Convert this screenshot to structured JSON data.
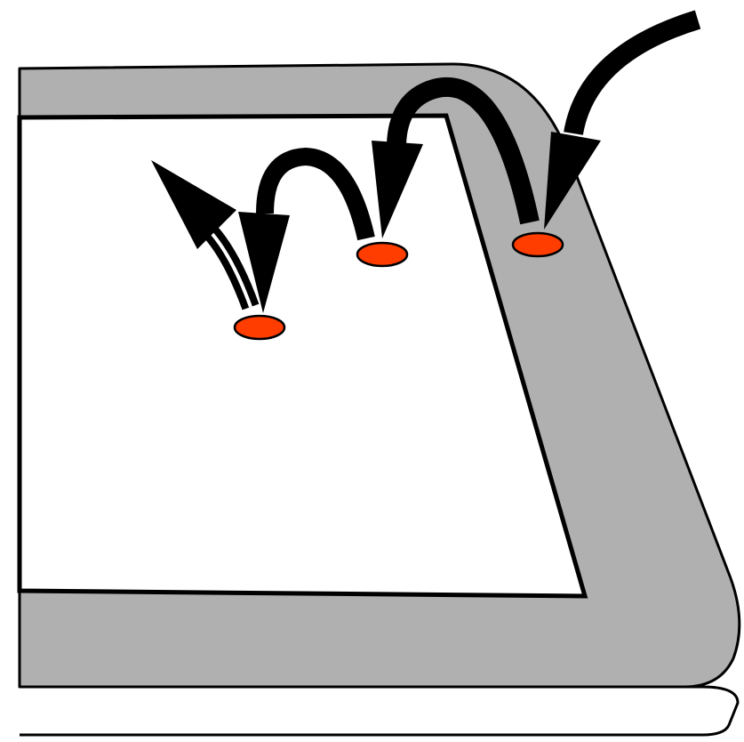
{
  "diagram": {
    "colors": {
      "background": "#ffffff",
      "border_fill": "#b0b0b0",
      "outline": "#000000",
      "dot_fill": "#ff3d00",
      "arrow": "#000000"
    },
    "dots": [
      {
        "name": "dot-1"
      },
      {
        "name": "dot-2"
      },
      {
        "name": "dot-3"
      }
    ],
    "arrows": [
      {
        "name": "arrow-incoming"
      },
      {
        "name": "arrow-hop-1"
      },
      {
        "name": "arrow-hop-2"
      },
      {
        "name": "arrow-outgoing"
      }
    ]
  }
}
